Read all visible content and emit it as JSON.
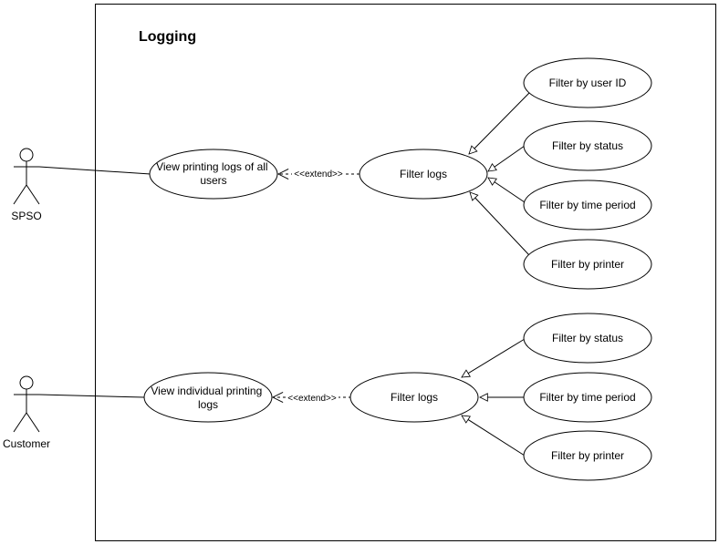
{
  "diagram": {
    "boundary_title": "Logging",
    "actors": {
      "spso": "SPSO",
      "customer": "Customer"
    },
    "use_cases": {
      "view_all_logs": [
        "View printing logs of all",
        "users"
      ],
      "view_individual_logs": [
        "View individual printing",
        "logs"
      ],
      "filter_logs_top": "Filter logs",
      "filter_logs_bottom": "Filter logs",
      "top_filters": {
        "user_id": "Filter by user ID",
        "status": "Filter by status",
        "time_period": "Filter by time period",
        "printer": "Filter by printer"
      },
      "bottom_filters": {
        "status": "Filter by status",
        "time_period": "Filter by time period",
        "printer": "Filter by printer"
      }
    },
    "relations": {
      "extend_top": "<<extend>>",
      "extend_bottom": "<<extend>>"
    }
  }
}
